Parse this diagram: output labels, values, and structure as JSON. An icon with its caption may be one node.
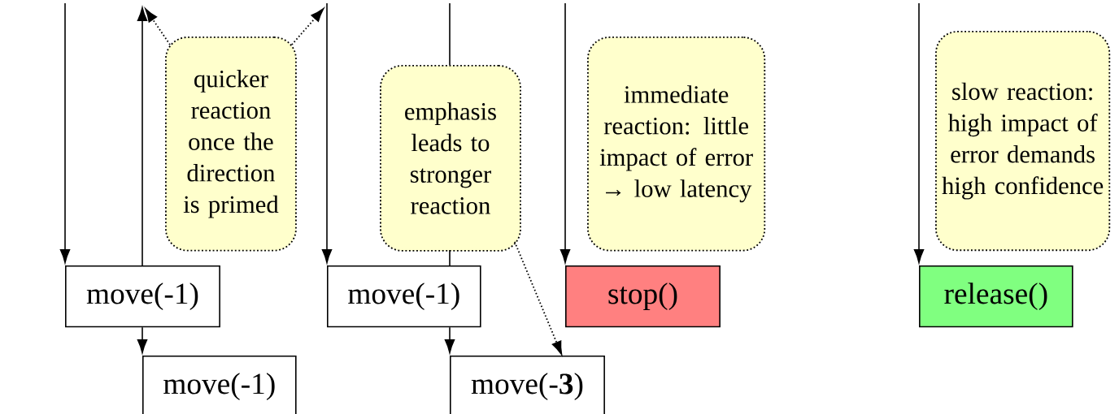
{
  "diagram": {
    "nodes": [
      {
        "text": [
          "move(-1)"
        ]
      },
      {
        "text": [
          "move(-1)"
        ]
      },
      {
        "text": [
          "move(-1)"
        ]
      },
      {
        "text": [
          "move(-**3**)"
        ]
      },
      {
        "text": [
          "stop()"
        ]
      },
      {
        "text": [
          "release()"
        ]
      },
      {
        "text": [
          "quicker reaction once the direction is primed"
        ]
      },
      {
        "text": [
          "emphasis leads to stronger reaction"
        ]
      },
      {
        "text": [
          "immediate reaction: little impact of error → low latency"
        ]
      },
      {
        "text": [
          "slow reaction: high impact of error demands high confidence"
        ]
      }
    ],
    "edges": [
      {
        "from": null,
        "to": 0,
        "arrow": "to"
      },
      {
        "from": 0,
        "to": null,
        "arrow": "to"
      },
      {
        "from": 0,
        "to": 1,
        "arrow": "to"
      },
      {
        "from": null,
        "to": 2,
        "arrow": "to"
      },
      {
        "from": null,
        "to": 2,
        "arrow": "none"
      },
      {
        "from": 2,
        "to": 3,
        "arrow": "to"
      },
      {
        "from": null,
        "to": 4,
        "arrow": "to"
      },
      {
        "from": null,
        "to": 5,
        "arrow": "to"
      },
      {
        "from": 6,
        "to": null,
        "arrow": "to",
        "style": "dashed"
      },
      {
        "from": 6,
        "to": null,
        "arrow": "to",
        "style": "dashed"
      },
      {
        "from": 7,
        "to": 3,
        "arrow": "to",
        "style": "dashed"
      }
    ]
  }
}
